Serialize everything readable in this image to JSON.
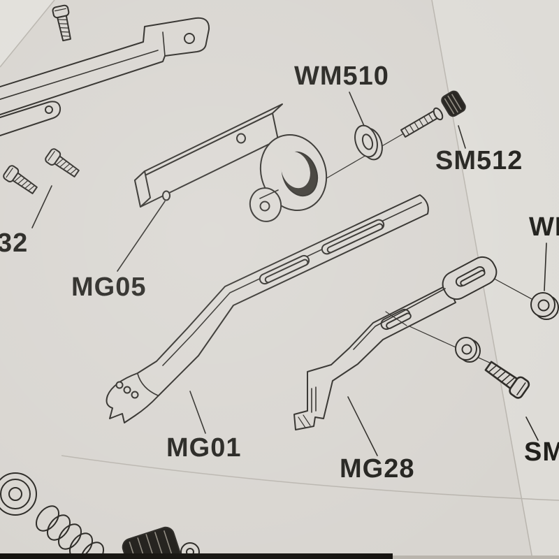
{
  "diagram": {
    "type": "exploded-parts-diagram",
    "labels": {
      "wm510": "WM510",
      "sm512": "SM512",
      "mg05": "MG05",
      "mg01": "MG01",
      "mg28": "MG28",
      "left_partial": "32",
      "right_partial_top": "WM",
      "right_partial_bottom": "SM"
    },
    "colors": {
      "paper": "#d8d5d0",
      "ink": "#2a2824",
      "knob_black": "#1f1d19"
    }
  }
}
